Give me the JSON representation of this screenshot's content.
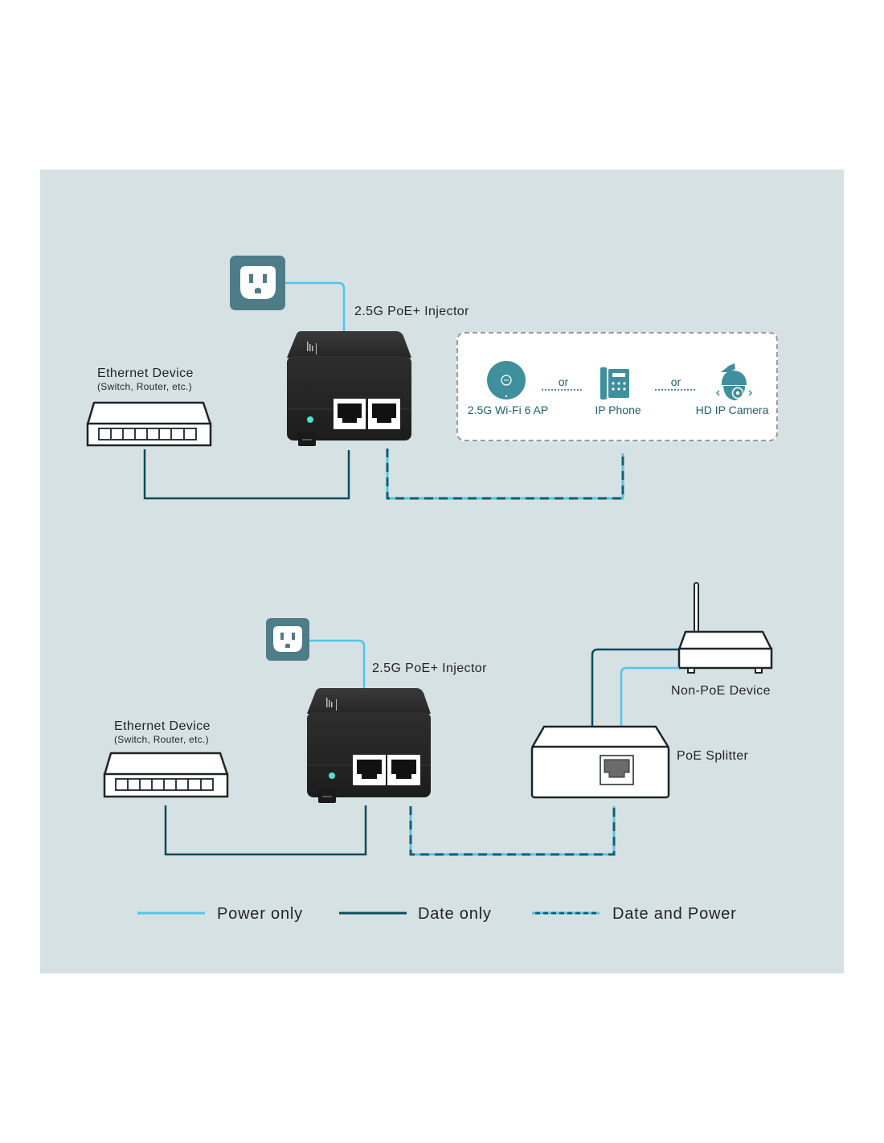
{
  "colors": {
    "panel_background": "#d6e1e3",
    "power_line": "#4fc7e8",
    "data_line": "#0f4a5a",
    "outlet_bg": "#4e7c87",
    "device_icon": "#3f8f9c",
    "injector_body": "#2b2b2b",
    "led": "#4fe3c8"
  },
  "top_scenario": {
    "outlet": {
      "icon": "power-outlet-icon"
    },
    "injector_label": "2.5G PoE+ Injector",
    "ethernet_device": {
      "title": "Ethernet Device",
      "subtitle": "(Switch, Router, etc.)"
    },
    "poe_devices": [
      {
        "label": "2.5G Wi-Fi 6 AP",
        "icon": "access-point-icon"
      },
      {
        "label": "IP Phone",
        "icon": "ip-phone-icon"
      },
      {
        "label": "HD IP Camera",
        "icon": "ip-camera-icon"
      }
    ],
    "separator": "or"
  },
  "bottom_scenario": {
    "outlet": {
      "icon": "power-outlet-icon"
    },
    "injector_label": "2.5G PoE+ Injector",
    "ethernet_device": {
      "title": "Ethernet Device",
      "subtitle": "(Switch, Router, etc.)"
    },
    "non_poe_device_label": "Non-PoE Device",
    "splitter_label": "PoE Splitter"
  },
  "legend": [
    {
      "label": "Power only",
      "style": "solid-light"
    },
    {
      "label": "Date only",
      "style": "solid-dark"
    },
    {
      "label": "Date and Power",
      "style": "dashed-combined"
    }
  ]
}
